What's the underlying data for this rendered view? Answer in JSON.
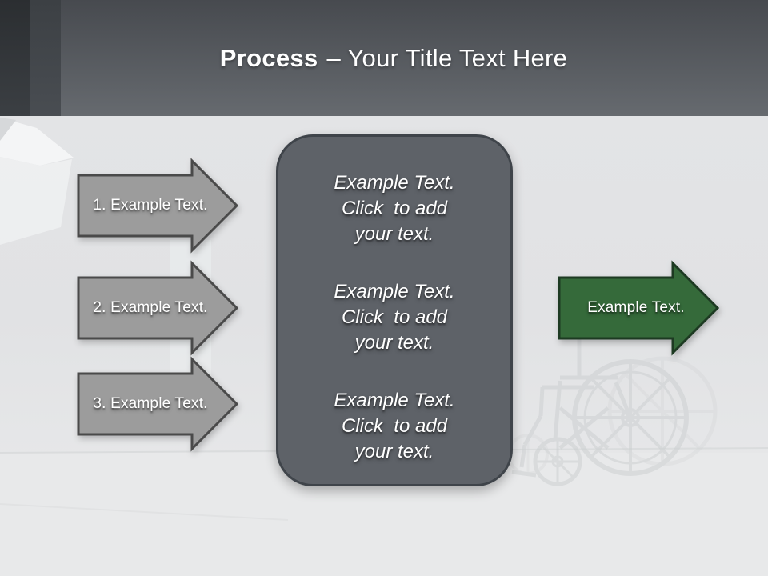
{
  "title": {
    "bold": "Process",
    "rest": "– Your Title Text Here"
  },
  "steps": [
    {
      "label": "1. Example Text."
    },
    {
      "label": "2. Example Text."
    },
    {
      "label": "3. Example Text."
    }
  ],
  "panel": {
    "blocks": [
      {
        "lines": [
          "Example Text.",
          "Click  to add",
          "your text."
        ]
      },
      {
        "lines": [
          "Example Text.",
          "Click  to add",
          "your text."
        ]
      },
      {
        "lines": [
          "Example Text.",
          "Click  to add",
          "your text."
        ]
      }
    ]
  },
  "result": {
    "label": "Example Text."
  },
  "icons": {
    "background_image": "wheelchair-silhouette"
  },
  "colors": {
    "header_top": "#474a4f",
    "header_bottom": "#666a6f",
    "step_fill": "#9c9c9c",
    "step_border": "#4a4a4a",
    "panel_fill": "#5e6268",
    "panel_border": "#3f444a",
    "result_fill": "#356a3a",
    "result_border": "#1d3a22",
    "background": "#e2e3e5",
    "text": "#ffffff"
  }
}
